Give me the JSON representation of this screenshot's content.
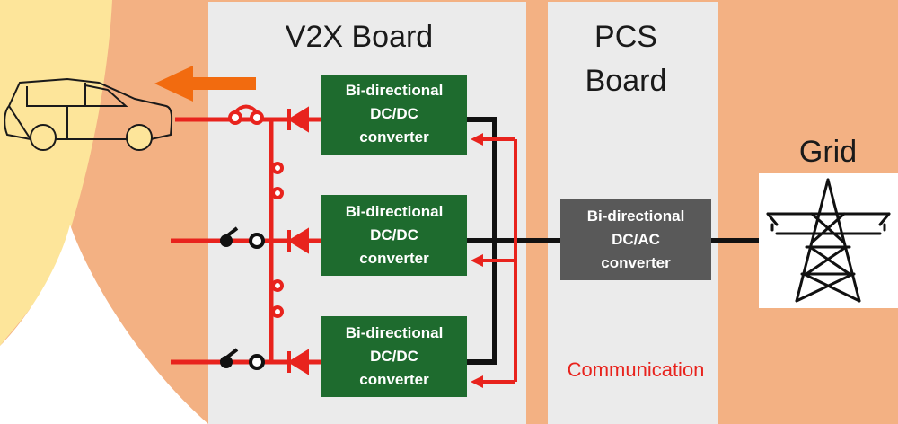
{
  "boards": {
    "v2x_title": "V2X Board",
    "pcs_title_line1": "PCS",
    "pcs_title_line2": "Board"
  },
  "converters": {
    "dcdc_line1": "Bi-directional",
    "dcdc_line2": "DC/DC",
    "dcdc_line3": "converter",
    "dcac_line1": "Bi-directional",
    "dcac_line2": "DC/AC",
    "dcac_line3": "converter"
  },
  "labels": {
    "grid": "Grid",
    "communication": "Communication"
  },
  "icons": {
    "vehicle": "car-icon",
    "grid": "transmission-tower-icon",
    "flow": "power-flow-arrow-icon"
  },
  "colors": {
    "background": "#f3b183",
    "vehicle_glow": "#fde59a",
    "board_panel": "#ebebeb",
    "dcdc_converter": "#1e6b2e",
    "dcac_converter": "#595959",
    "power_line": "#e8231d",
    "dc_bus": "#111111",
    "flow_arrow": "#f26b0f",
    "communication": "#e8231d"
  }
}
